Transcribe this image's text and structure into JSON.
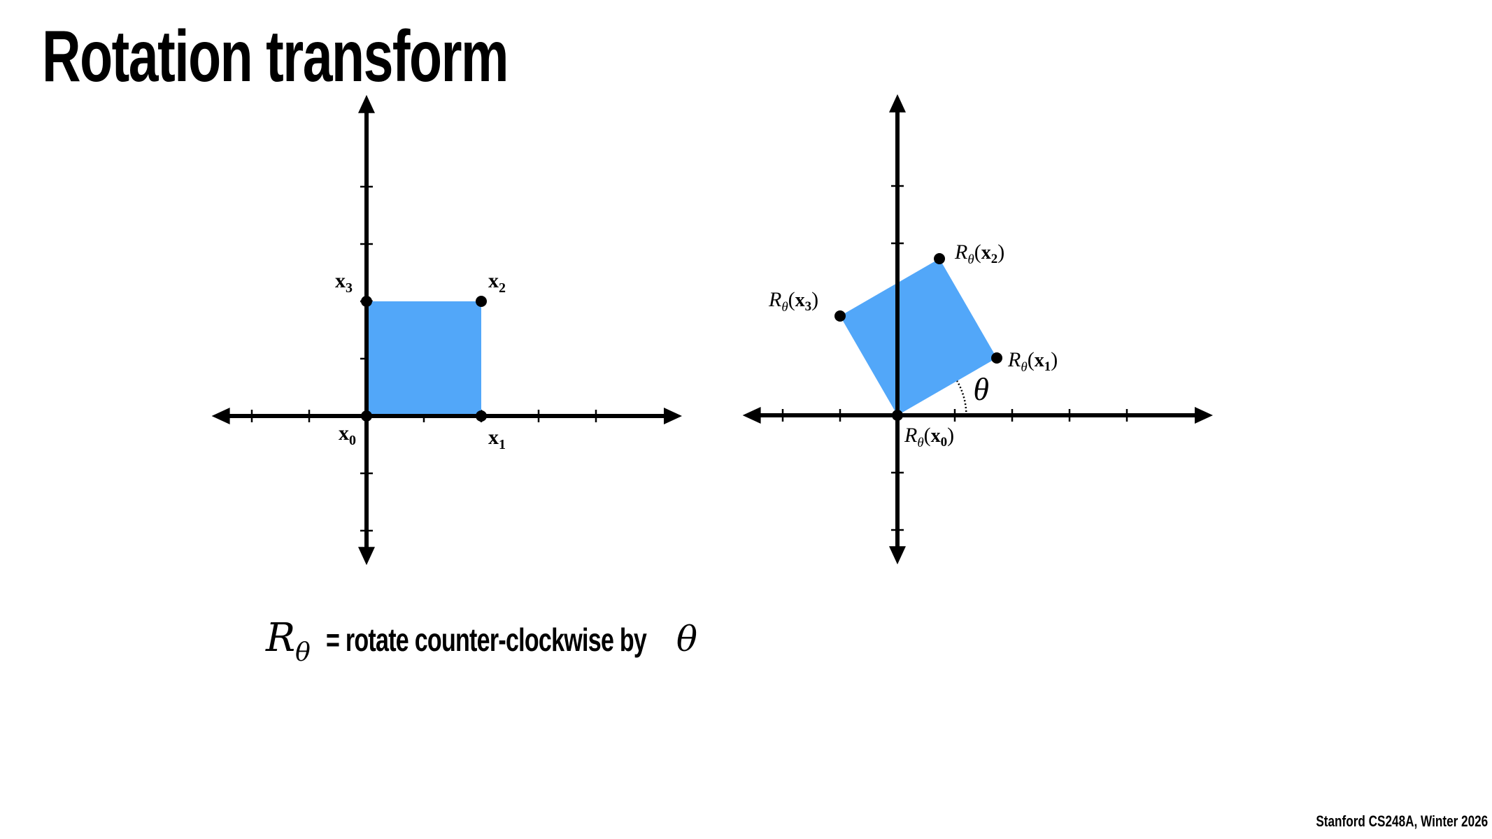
{
  "title": "Rotation transform",
  "colors": {
    "shape_fill": "#52a7f9",
    "ink": "#000000"
  },
  "diagram": {
    "ticks_x": [
      -2,
      -1,
      1,
      2,
      3,
      4
    ],
    "ticks_y": [
      -2,
      -1,
      1,
      2,
      3,
      4
    ],
    "axis_range_x": [
      -2.7,
      5.5
    ],
    "axis_range_y": [
      -2.6,
      5.6
    ],
    "theta_deg": 30,
    "theta_label": "θ",
    "original": {
      "vertices": [
        [
          0,
          0
        ],
        [
          2,
          0
        ],
        [
          2,
          2
        ],
        [
          0,
          2
        ]
      ],
      "labels": [
        {
          "var": "x",
          "index": "0"
        },
        {
          "var": "x",
          "index": "1"
        },
        {
          "var": "x",
          "index": "2"
        },
        {
          "var": "x",
          "index": "3"
        }
      ]
    },
    "rotated": {
      "func": "R",
      "func_sub": "θ",
      "labels": [
        {
          "var": "x",
          "index": "0"
        },
        {
          "var": "x",
          "index": "1"
        },
        {
          "var": "x",
          "index": "2"
        },
        {
          "var": "x",
          "index": "3"
        }
      ]
    }
  },
  "formula": {
    "symbol": "R",
    "symbol_sub": "θ",
    "text": "= rotate counter-clockwise by",
    "angle": "θ"
  },
  "footer": "Stanford CS248A, Winter 2026"
}
